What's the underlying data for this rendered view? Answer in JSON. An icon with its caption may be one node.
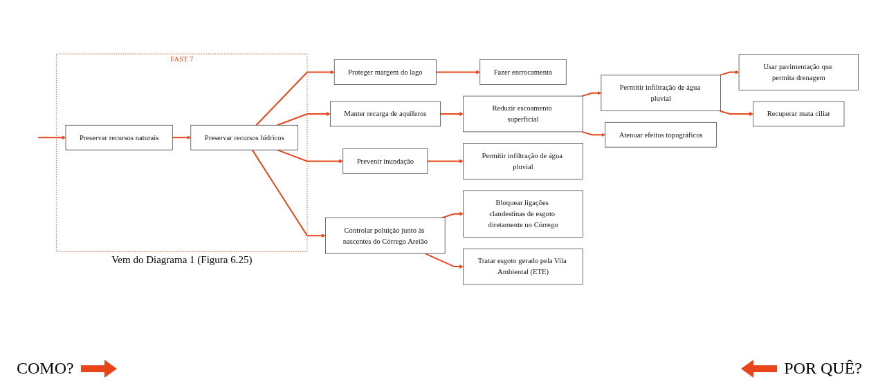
{
  "diagram": {
    "nodes": [
      {
        "text": [
          "FAST 7"
        ],
        "beside": [
          "Vem do Diagrama 1 (Figura 6.25)"
        ]
      },
      {
        "text": [
          "Preservar recursos naturais"
        ],
        "in": 0
      },
      {
        "text": [
          "Preservar recursos hídricos"
        ],
        "in": 0
      },
      {
        "text": [
          "Proteger margem do lago"
        ]
      },
      {
        "text": [
          "Fazer enrrocamento"
        ]
      },
      {
        "text": [
          "Manter recarga de aquíferos"
        ]
      },
      {
        "text": [
          "Reduzir escoamento superficial"
        ]
      },
      {
        "text": [
          "Permitir infiltração de água pluvial"
        ]
      },
      {
        "text": [
          "Atenuar efeitos topográficos"
        ]
      },
      {
        "text": [
          "Usar pavimentação que permita drenagem"
        ]
      },
      {
        "text": [
          "Recuperar mata ciliar"
        ]
      },
      {
        "text": [
          "Prevenir inundação"
        ]
      },
      {
        "text": [
          "Permitir infiltração de água pluvial"
        ]
      },
      {
        "text": [
          "Controlar poluição junto às nascentes do Córrego Areião"
        ]
      },
      {
        "text": [
          "Bloquear ligações clandestinas de esgoto diretamente no Córrego"
        ]
      },
      {
        "text": [
          "Tratar esgoto gerado pela Vila Ambiental (ETE)"
        ]
      }
    ],
    "edges": [
      {
        "from": null,
        "to": 1,
        "arrow": "to"
      },
      {
        "from": 1,
        "to": 2,
        "arrow": "to"
      },
      {
        "from": 2,
        "to": 3,
        "arrow": "to"
      },
      {
        "from": 2,
        "to": 5,
        "arrow": "to"
      },
      {
        "from": 2,
        "to": 11,
        "arrow": "to"
      },
      {
        "from": 2,
        "to": 13,
        "arrow": "to"
      },
      {
        "from": 3,
        "to": 4,
        "arrow": "to"
      },
      {
        "from": 5,
        "to": 6,
        "arrow": "to"
      },
      {
        "from": 6,
        "to": 7,
        "arrow": "to"
      },
      {
        "from": 6,
        "to": 8,
        "arrow": "to"
      },
      {
        "from": 7,
        "to": 9,
        "arrow": "to"
      },
      {
        "from": 7,
        "to": 10,
        "arrow": "to"
      },
      {
        "from": 11,
        "to": 12,
        "arrow": "to"
      },
      {
        "from": 13,
        "to": 14,
        "arrow": "to"
      },
      {
        "from": 13,
        "to": 15,
        "arrow": "to"
      }
    ],
    "labels": [
      "COMO?",
      "POR QUÊ?"
    ]
  }
}
